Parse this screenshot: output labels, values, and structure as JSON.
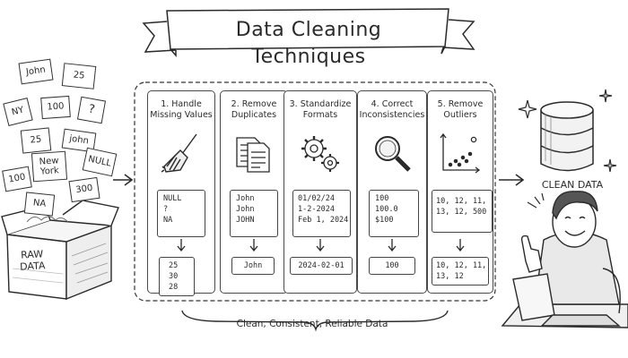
{
  "title": "Data Cleaning Techniques",
  "raw_data": {
    "label_line1": "RAW",
    "label_line2": "DATA",
    "cards": [
      {
        "line1": "John",
        "line2": ""
      },
      {
        "line1": "25",
        "line2": ""
      },
      {
        "line1": "NY",
        "line2": ""
      },
      {
        "line1": "100",
        "line2": ""
      },
      {
        "line1": "?",
        "line2": ""
      },
      {
        "line1": "25",
        "line2": ""
      },
      {
        "line1": "john",
        "line2": ""
      },
      {
        "line1": "New",
        "line2": "York"
      },
      {
        "line1": "NULL",
        "line2": ""
      },
      {
        "line1": "100",
        "line2": ""
      },
      {
        "line1": "300",
        "line2": ""
      },
      {
        "line1": "NA",
        "line2": ""
      }
    ]
  },
  "steps": [
    {
      "title_line1": "1. Handle",
      "title_line2": "Missing Values",
      "icon": "broom-icon",
      "input": [
        "NULL",
        "?",
        "NA"
      ],
      "output": [
        "25",
        "30",
        "28"
      ]
    },
    {
      "title_line1": "2. Remove",
      "title_line2": "Duplicates",
      "icon": "documents-icon",
      "input": [
        "John",
        "John",
        "JOHN"
      ],
      "output": [
        "John"
      ]
    },
    {
      "title_line1": "3. Standardize",
      "title_line2": "Formats",
      "icon": "gears-icon",
      "input": [
        "01/02/24",
        "1-2-2024",
        "Feb 1, 2024"
      ],
      "output": [
        "2024-02-01"
      ]
    },
    {
      "title_line1": "4. Correct",
      "title_line2": "Inconsistencies",
      "icon": "magnifier-icon",
      "input": [
        "100",
        "100.0",
        "$100"
      ],
      "output": [
        "100"
      ]
    },
    {
      "title_line1": "5. Remove",
      "title_line2": "Outliers",
      "icon": "scatter-plot-icon",
      "input": [
        "10, 12, 11,",
        "13, 12, 500"
      ],
      "output": [
        "10, 12, 11,",
        "13, 12"
      ]
    }
  ],
  "footer": "Clean, Consistent, Reliable Data",
  "clean_data": {
    "label": "CLEAN DATA"
  },
  "colors": {
    "ink": "#2a2a2a",
    "paper": "#ffffff"
  }
}
